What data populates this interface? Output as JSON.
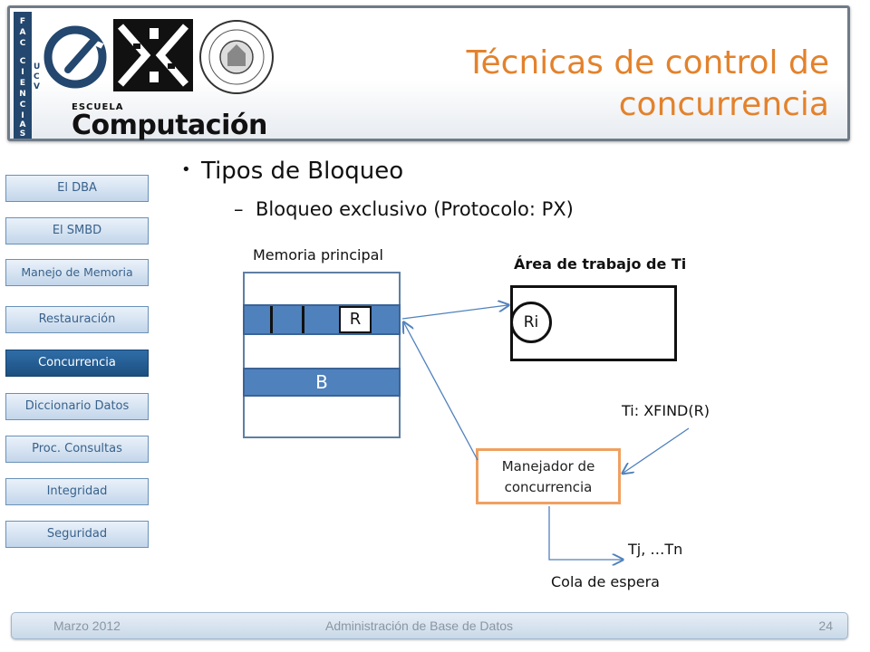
{
  "header": {
    "title_line1": "Técnicas de control de",
    "title_line2": "concurrencia",
    "logo_strip_letters": [
      "F",
      "A",
      "C",
      "C",
      "I",
      "E",
      "N",
      "C",
      "I",
      "A",
      "S"
    ],
    "ucv_letters": [
      "U",
      "C",
      "V"
    ],
    "escuela": "ESCUELA",
    "computacion": "Computación",
    "seal_icon": "university-seal-icon"
  },
  "sidebar": {
    "items": [
      {
        "label": "El DBA"
      },
      {
        "label": "El SMBD"
      },
      {
        "label": "Manejo de Memoria"
      },
      {
        "label": "Restauración"
      },
      {
        "label": "Concurrencia"
      },
      {
        "label": "Diccionario Datos"
      },
      {
        "label": "Proc. Consultas"
      },
      {
        "label": "Integridad"
      },
      {
        "label": "Seguridad"
      }
    ],
    "active_index": 4
  },
  "content": {
    "bullet": "Tipos de Bloqueo",
    "subbullet_dash": "–",
    "subbullet": "Bloqueo exclusivo (Protocolo: PX)"
  },
  "diagram": {
    "memory_label": "Memoria principal",
    "work_area_label": "Área de trabajo de Ti",
    "r_label": "R",
    "b_label": "B",
    "ri_label": "Ri",
    "request_label": "Ti: XFIND(R)",
    "manager_line1": "Manejador de",
    "manager_line2": "concurrencia",
    "waiting_tx_label": "Tj, …Tn",
    "queue_label": "Cola de espera"
  },
  "footer": {
    "date": "Marzo 2012",
    "course": "Administración de Base de Datos",
    "page": "24"
  },
  "colors": {
    "title": "#e3822c",
    "nav_active": "#1c4f80",
    "memory_blue": "#4f81bd",
    "arrow": "#4f81bd",
    "manager_border": "#f0a060"
  }
}
